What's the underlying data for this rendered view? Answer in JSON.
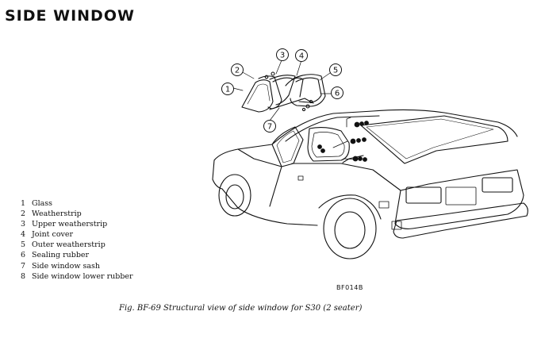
{
  "title": "SIDE WINDOW",
  "callouts": [
    "1",
    "2",
    "3",
    "4",
    "5",
    "6",
    "7"
  ],
  "legend": [
    {
      "num": "1",
      "label": "Glass"
    },
    {
      "num": "2",
      "label": "Weatherstrip"
    },
    {
      "num": "3",
      "label": "Upper weatherstrip"
    },
    {
      "num": "4",
      "label": "Joint cover"
    },
    {
      "num": "5",
      "label": "Outer weatherstrip"
    },
    {
      "num": "6",
      "label": "Sealing rubber"
    },
    {
      "num": "7",
      "label": "Side window sash"
    },
    {
      "num": "8",
      "label": "Side window lower rubber"
    }
  ],
  "figure_code": "BF014B",
  "caption": "Fig. BF-69  Structural view of side window for S30 (2 seater)"
}
